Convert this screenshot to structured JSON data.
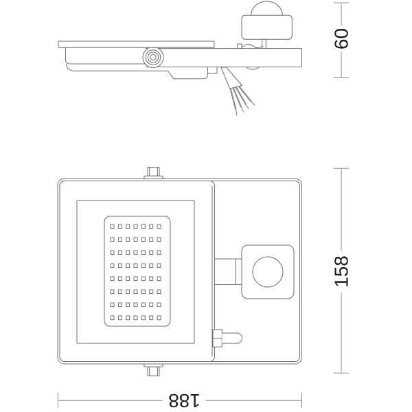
{
  "drawing": {
    "subject": "floodlight-with-motion-sensor-dimension-drawing",
    "dims": {
      "side_height": {
        "value": "60",
        "orientation": "vertical-rotated-90"
      },
      "front_height": {
        "value": "158",
        "orientation": "vertical-rotated-90"
      },
      "front_width": {
        "value": "188",
        "orientation": "horizontal-rotated-180"
      }
    },
    "led_grid": {
      "rows": 8,
      "cols": 7
    },
    "colors": {
      "line": "#6e6e6e",
      "dim_line": "#8c8c8c",
      "text": "#1b1b1b",
      "background": "#ffffff"
    }
  }
}
